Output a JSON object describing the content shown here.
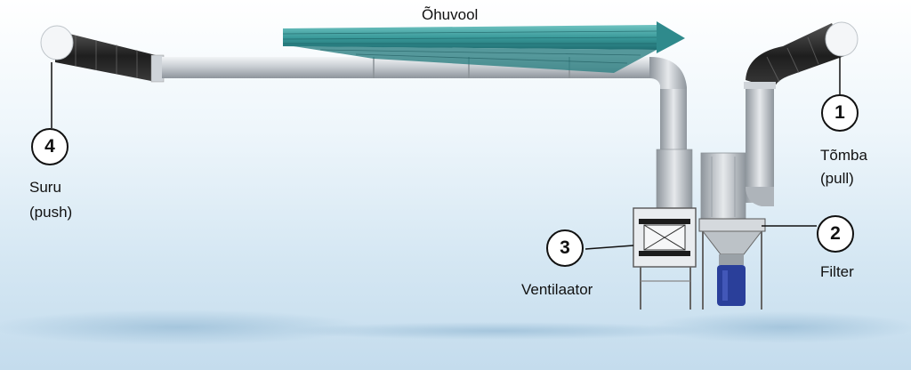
{
  "airflow_label": "Õhuvool",
  "components": [
    {
      "id": "pull",
      "number": "1",
      "line1": "Tõmba",
      "line2": "(pull)"
    },
    {
      "id": "filter",
      "number": "2",
      "line1": "Filter",
      "line2": ""
    },
    {
      "id": "fan",
      "number": "3",
      "line1": "Ventilaator",
      "line2": ""
    },
    {
      "id": "push",
      "number": "4",
      "line1": "Suru",
      "line2": "(push)"
    }
  ],
  "colors": {
    "arrow": "#3a9a9a",
    "duct_dark": "#2a2a2a",
    "pipe": "#c9ced3",
    "bag": "#2a3f9a"
  }
}
